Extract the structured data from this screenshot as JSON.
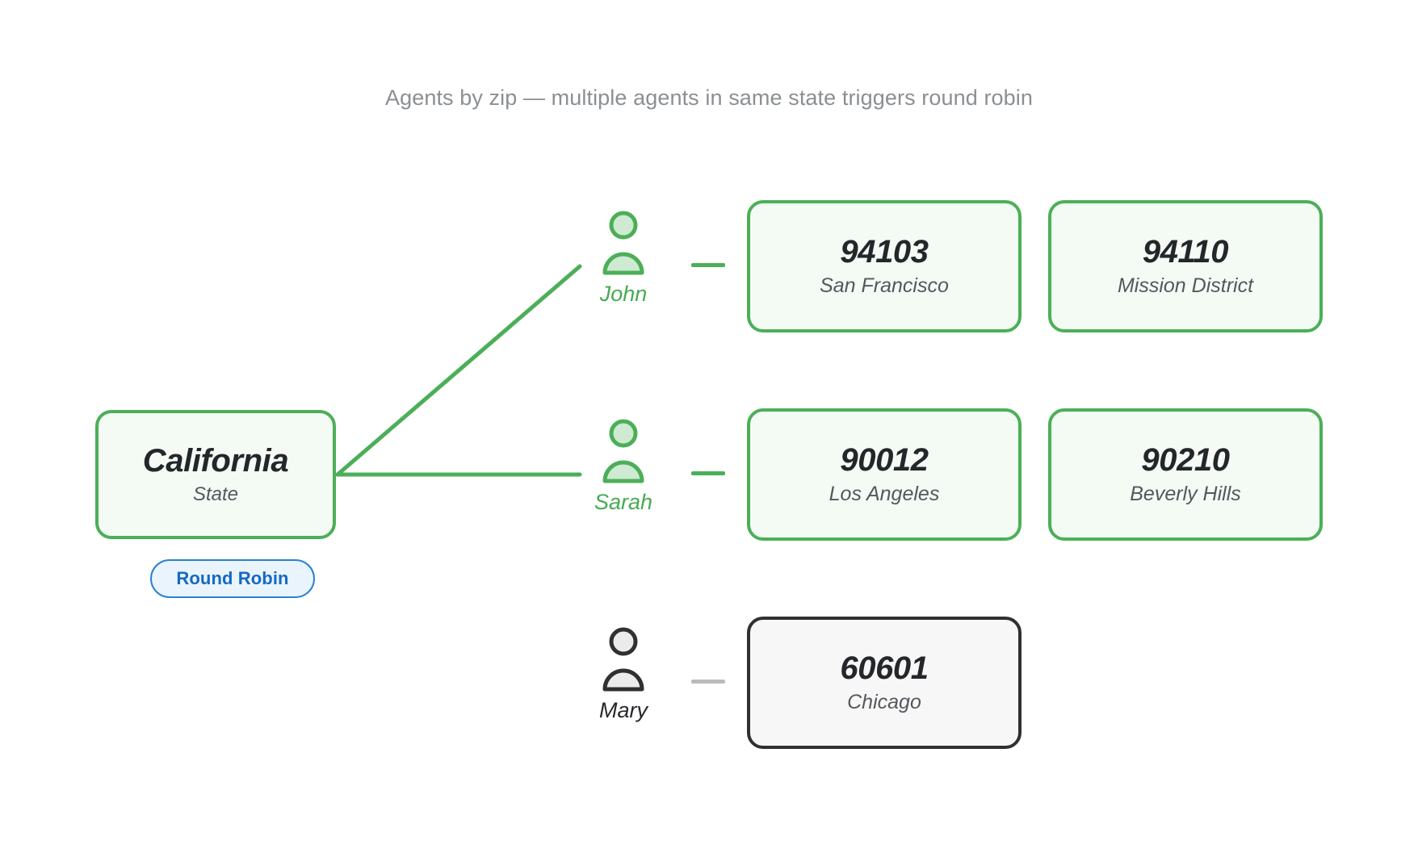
{
  "title": "Agents by zip — multiple agents in same state triggers round robin",
  "colors": {
    "green_stroke": "#4caf58",
    "green_fill": "#f3fbf4",
    "green_text": "#47ab52",
    "gray_stroke": "#2f3032",
    "gray_fill": "#f7f7f7",
    "gray_line": "#b9bbbd",
    "badge_border": "#2b7fd4",
    "badge_fill": "#eaf4fd",
    "badge_text": "#1668c4",
    "title_text": "#8b8f93",
    "node_title_text": "#24262a",
    "node_sub_text": "#54585d"
  },
  "state_node": {
    "title": "California",
    "subtitle": "State",
    "badge": "Round Robin",
    "status": "green"
  },
  "agents": [
    {
      "id": "john",
      "name": "John",
      "status": "green",
      "icon": "person-icon"
    },
    {
      "id": "sarah",
      "name": "Sarah",
      "status": "green",
      "icon": "person-icon"
    },
    {
      "id": "mary",
      "name": "Mary",
      "status": "gray",
      "icon": "person-icon"
    }
  ],
  "zips": [
    {
      "id": "94103",
      "zip": "94103",
      "city": "San Francisco",
      "agent": "john",
      "status": "green"
    },
    {
      "id": "94110",
      "zip": "94110",
      "city": "Mission District",
      "agent": "john",
      "status": "green"
    },
    {
      "id": "90012",
      "zip": "90012",
      "city": "Los Angeles",
      "agent": "sarah",
      "status": "green"
    },
    {
      "id": "90210",
      "zip": "90210",
      "city": "Beverly Hills",
      "agent": "sarah",
      "status": "green"
    },
    {
      "id": "60601",
      "zip": "60601",
      "city": "Chicago",
      "agent": "mary",
      "status": "gray"
    }
  ]
}
